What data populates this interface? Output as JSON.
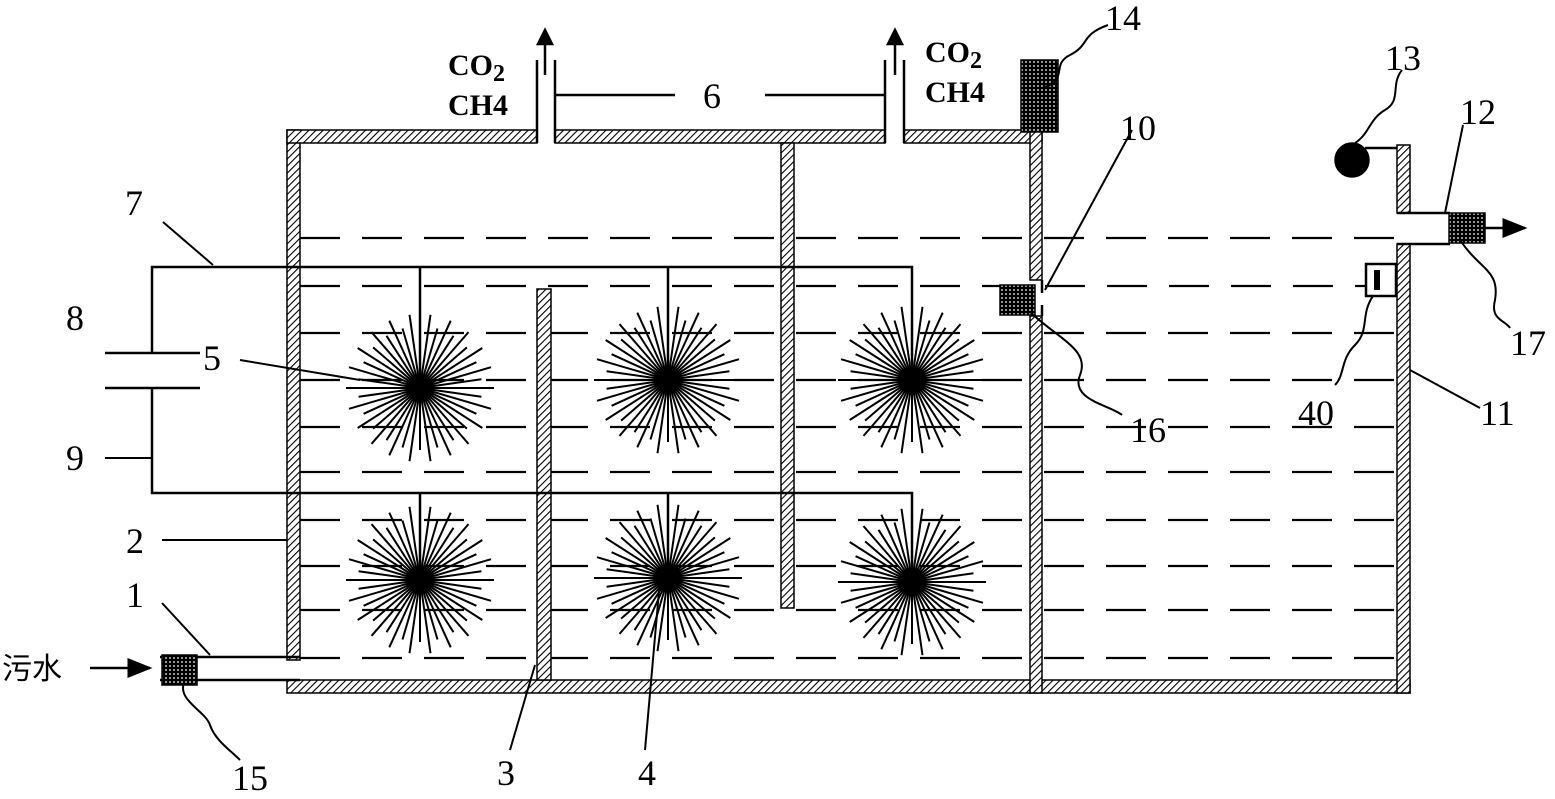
{
  "labels": {
    "n1": "1",
    "n2": "2",
    "n3": "3",
    "n4": "4",
    "n5": "5",
    "n6": "6",
    "n7": "7",
    "n8": "8",
    "n9": "9",
    "n10": "10",
    "n11": "11",
    "n12": "12",
    "n13": "13",
    "n14": "14",
    "n15": "15",
    "n16": "16",
    "n17": "17",
    "n40": "40"
  },
  "gas_labels": {
    "left_co2": "CO",
    "left_co2_sub": "2",
    "left_ch4": "CH4",
    "right_co2": "CO",
    "right_co2_sub": "2",
    "right_ch4": "CH4"
  },
  "inlet_label": "污水"
}
